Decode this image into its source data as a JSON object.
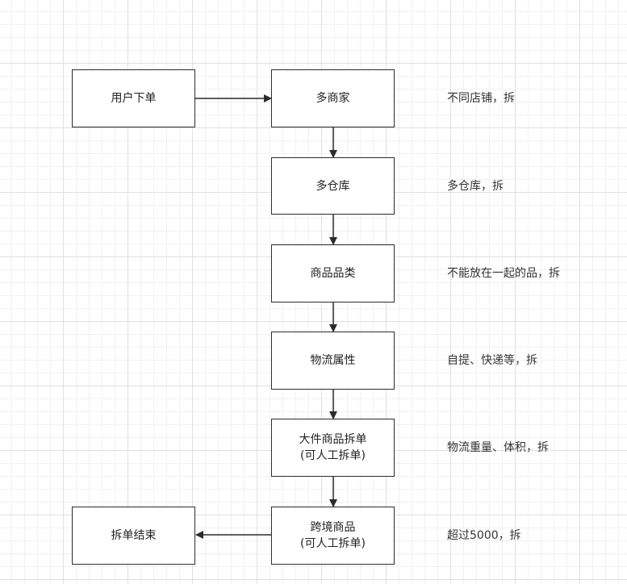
{
  "diagram": {
    "colors": {
      "stroke": "#2b2b2b",
      "fill": "#ffffff",
      "text": "#222222"
    },
    "nodes": {
      "user_order": "用户下单",
      "multi_merchant": "多商家",
      "multi_warehouse": "多仓库",
      "product_category": "商品品类",
      "logistics_attr": "物流属性",
      "large_item_line1": "大件商品拆单",
      "large_item_line2": "(可人工拆单)",
      "cross_border_line1": "跨境商品",
      "cross_border_line2": "(可人工拆单)",
      "split_end": "拆单结束"
    },
    "notes": {
      "multi_merchant": "不同店铺，拆",
      "multi_warehouse": "多仓库，拆",
      "product_category": "不能放在一起的品，拆",
      "logistics_attr": "自提、快递等，拆",
      "large_item": "物流重量、体积，拆",
      "cross_border": "超过5000，拆"
    }
  }
}
